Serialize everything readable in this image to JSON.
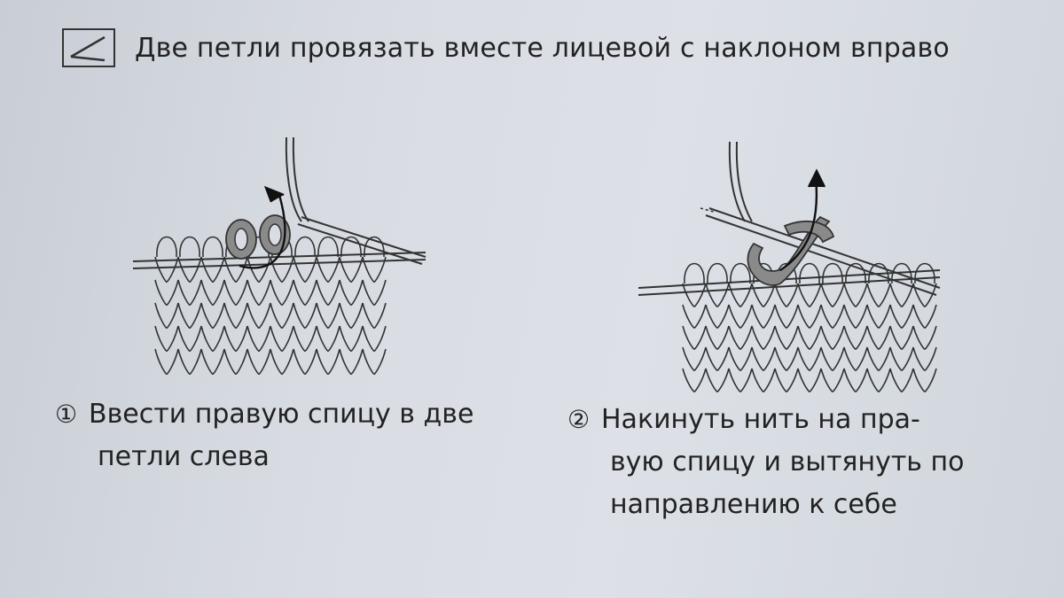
{
  "header": {
    "symbol_icon": "right-slant-decrease-symbol",
    "title": "Две петли провязать вместе лицевой с наклоном вправо"
  },
  "steps": [
    {
      "number": "①",
      "lines": [
        "Ввести правую спицу в две",
        "петли слева"
      ],
      "illustration": "needle-inserted-into-two-stitches"
    },
    {
      "number": "②",
      "lines": [
        "Накинуть нить на пра-",
        "вую спицу и вытянуть по",
        "направлению к себе"
      ],
      "illustration": "yarn-over-pulled-through"
    }
  ],
  "colors": {
    "background": "#d9dde3",
    "ink": "#222222",
    "highlight": "#8a8a8a"
  }
}
